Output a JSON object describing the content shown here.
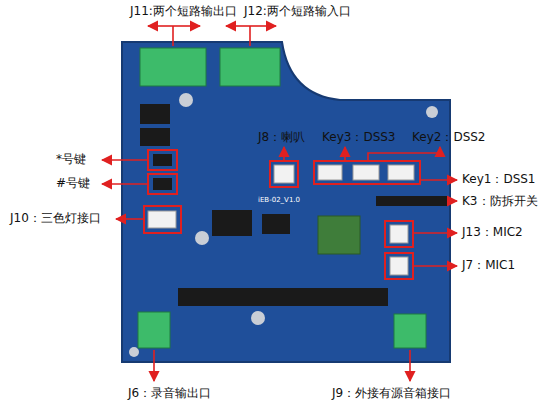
{
  "diagram": {
    "labels": [
      "J11:两个短路输出口",
      "J12:两个短路输入口",
      "J8：喇叭",
      "Key3：DSS3",
      "Key2：DSS2",
      "*号键",
      "Key1：DSS1",
      "#号键",
      "K3：防拆开关",
      "J10：三色灯接口",
      "J13：MIC2",
      "J7：MIC1",
      "iEB-02_V1.0",
      "J6：录音输出口",
      "J9：外接有源音箱接口"
    ]
  }
}
